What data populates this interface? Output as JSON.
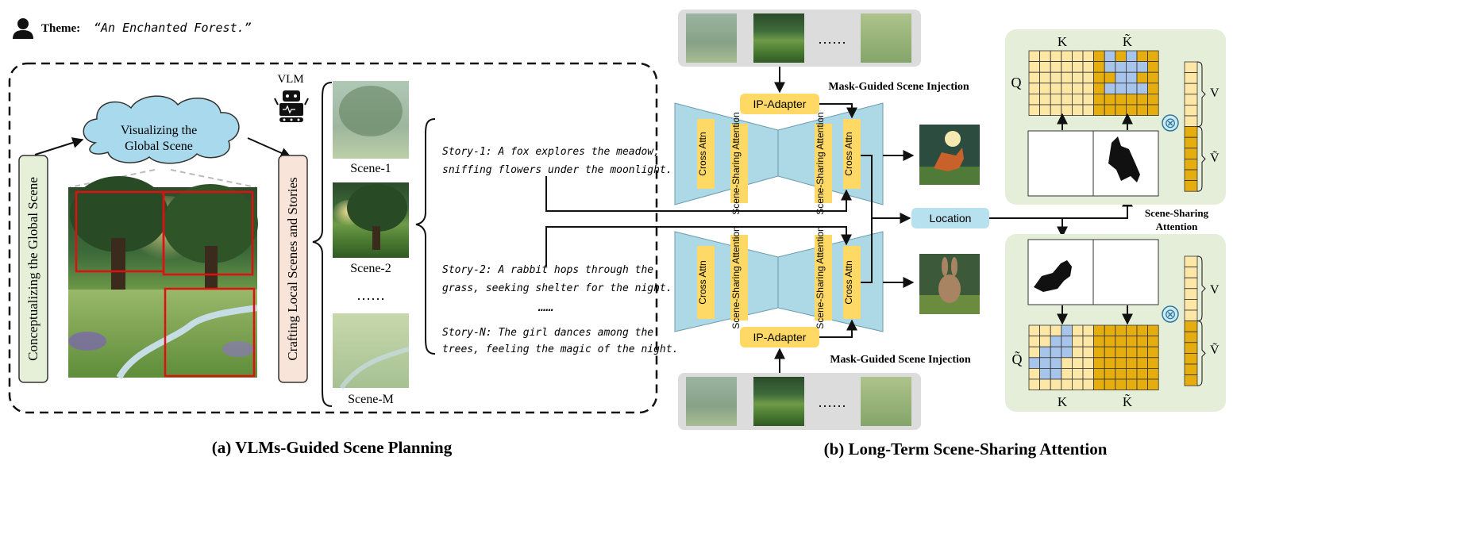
{
  "theme": {
    "label": "Theme:",
    "value": "“An Enchanted Forest.”"
  },
  "panel_a": {
    "caption": "(a) VLMs-Guided Scene Planning",
    "vlm_label": "VLM",
    "step1": "Conceptualizing the Global Scene",
    "cloud": [
      "Visualizing the",
      "Global Scene"
    ],
    "step2": "Crafting Local Scenes and Stories",
    "scenes": [
      "Scene-1",
      "Scene-2",
      "……",
      "Scene-M"
    ],
    "stories": [
      [
        "Story-1: A fox explores the meadow,",
        "sniffing flowers under the moonlight."
      ],
      [
        "Story-2: A rabbit hops through the",
        "grass, seeking shelter for the night."
      ],
      [
        "……"
      ],
      [
        "Story-N: The girl dances among the",
        "trees, feeling the magic of the night."
      ]
    ]
  },
  "panel_b": {
    "caption": "(b) Long-Term Scene-Sharing Attention",
    "dots": "……",
    "ip_adapter": "IP-Adapter",
    "mask_injection": "Mask-Guided Scene Injection",
    "cross_attn": "Cross Attn",
    "scene_sharing": "Scene-Sharing Attention",
    "location": "Location",
    "attention_title": [
      "Scene-Sharing",
      "Attention"
    ],
    "K": "K",
    "K_tilde": "K̃",
    "Q": "Q",
    "Q_tilde": "Q̃",
    "V": "V",
    "V_tilde": "Ṽ",
    "otimes": "⊗"
  },
  "colors": {
    "unet": "#add8e6",
    "attn_block": "#ffd966",
    "grid_light": "#fde7a6",
    "grid_dark": "#e6ad0f",
    "grid_blue": "#a7c4ea",
    "green_panel": "#e4eed8",
    "cloud": "#a9d9ec",
    "step1": "#e6f0d8",
    "step2": "#f8e4d8",
    "location": "#b8e1ef",
    "strip": "#dcdcdc",
    "mask_red": "#e01010"
  }
}
